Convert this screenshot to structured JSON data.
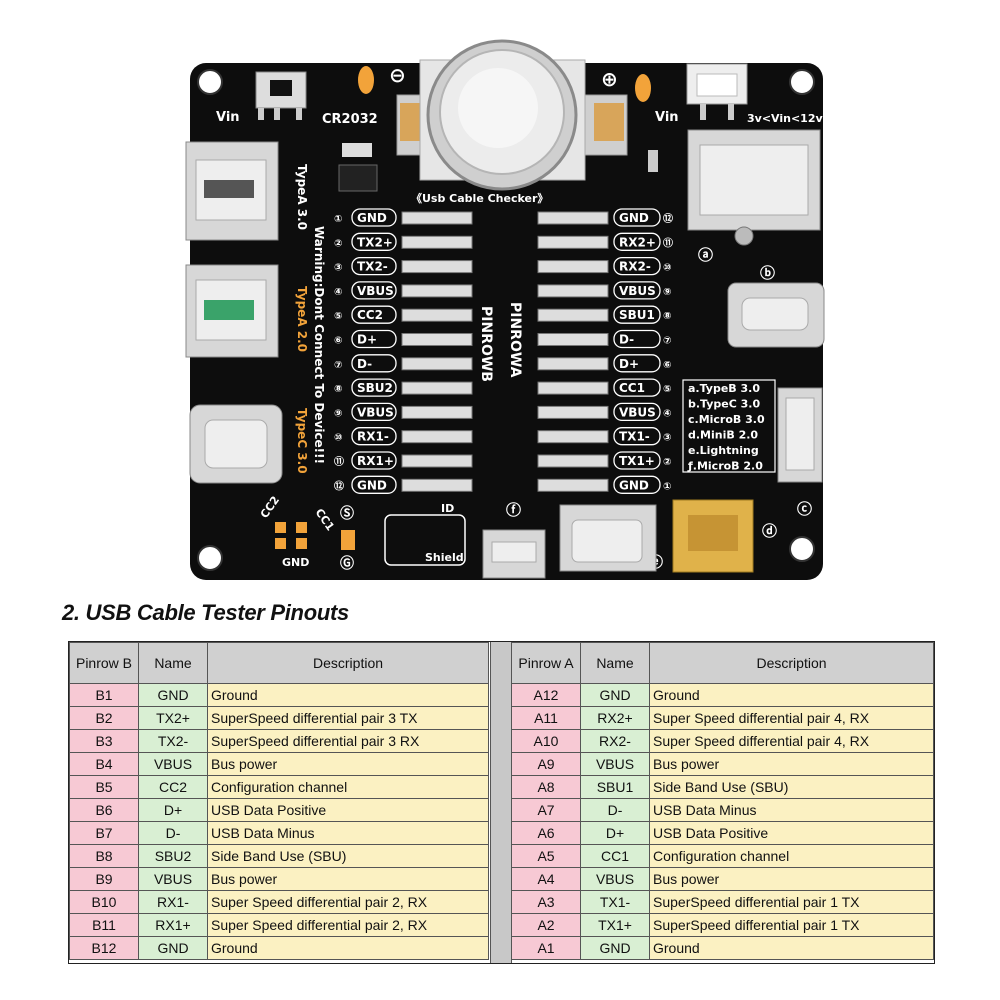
{
  "board": {
    "top_label": "CR2032",
    "vin_left": "Vin",
    "vin_right": "Vin",
    "vin_range": "3v<Vin<12v",
    "minus_sign": "⊖",
    "plus_sign": "⊕",
    "checker_label": "《Usb Cable Checker》",
    "left_vertical": [
      "TypeA 3.0",
      "Warning:Dont Connect To Device!!!",
      "TypeA 2.0",
      "TypeC 3.0"
    ],
    "pinrow_b": "PINROWB",
    "pinrow_a": "PINROWA",
    "row_b_pins": [
      {
        "num": "①",
        "name": "GND"
      },
      {
        "num": "②",
        "name": "TX2+"
      },
      {
        "num": "③",
        "name": "TX2-"
      },
      {
        "num": "④",
        "name": "VBUS"
      },
      {
        "num": "⑤",
        "name": "CC2"
      },
      {
        "num": "⑥",
        "name": "D+"
      },
      {
        "num": "⑦",
        "name": "D-"
      },
      {
        "num": "⑧",
        "name": "SBU2"
      },
      {
        "num": "⑨",
        "name": "VBUS"
      },
      {
        "num": "⑩",
        "name": "RX1-"
      },
      {
        "num": "⑪",
        "name": "RX1+"
      },
      {
        "num": "⑫",
        "name": "GND"
      }
    ],
    "row_a_pins": [
      {
        "num": "⑫",
        "name": "GND"
      },
      {
        "num": "⑪",
        "name": "RX2+"
      },
      {
        "num": "⑩",
        "name": "RX2-"
      },
      {
        "num": "⑨",
        "name": "VBUS"
      },
      {
        "num": "⑧",
        "name": "SBU1"
      },
      {
        "num": "⑦",
        "name": "D-"
      },
      {
        "num": "⑥",
        "name": "D+"
      },
      {
        "num": "⑤",
        "name": "CC1"
      },
      {
        "num": "④",
        "name": "VBUS"
      },
      {
        "num": "③",
        "name": "TX1-"
      },
      {
        "num": "②",
        "name": "TX1+"
      },
      {
        "num": "①",
        "name": "GND"
      }
    ],
    "port_legend": [
      "a.TypeB 3.0",
      "b.TypeC 3.0",
      "c.MicroB 3.0",
      "d.MiniB 2.0",
      "e.Lightning",
      "ƒ.MicroB 2.0"
    ],
    "port_marks": [
      "ⓐ",
      "ⓑ",
      "ⓒ",
      "ⓓ",
      "ⓔ",
      "ⓕ"
    ],
    "cc2": "CC2",
    "cc1": "CC1",
    "gnd": "GND",
    "s_mark": "Ⓢ",
    "g_mark": "Ⓖ",
    "id_label": "ID",
    "shield_label": "Shield"
  },
  "section_title": "2. USB Cable Tester Pinouts",
  "table_b": {
    "headers": [
      "Pinrow B",
      "Name",
      "Description"
    ],
    "rows": [
      {
        "pin": "B1",
        "name": "GND",
        "desc": "Ground"
      },
      {
        "pin": "B2",
        "name": "TX2+",
        "desc": "SuperSpeed differential pair 3 TX"
      },
      {
        "pin": "B3",
        "name": "TX2-",
        "desc": "SuperSpeed differential pair 3 RX"
      },
      {
        "pin": "B4",
        "name": "VBUS",
        "desc": "Bus power"
      },
      {
        "pin": "B5",
        "name": "CC2",
        "desc": "Configuration channel"
      },
      {
        "pin": "B6",
        "name": "D+",
        "desc": "USB Data Positive"
      },
      {
        "pin": "B7",
        "name": "D-",
        "desc": "USB Data Minus"
      },
      {
        "pin": "B8",
        "name": "SBU2",
        "desc": "Side Band Use (SBU)"
      },
      {
        "pin": "B9",
        "name": "VBUS",
        "desc": "Bus power"
      },
      {
        "pin": "B10",
        "name": "RX1-",
        "desc": "Super Speed differential pair 2, RX"
      },
      {
        "pin": "B11",
        "name": "RX1+",
        "desc": "Super Speed differential pair 2, RX"
      },
      {
        "pin": "B12",
        "name": "GND",
        "desc": "Ground"
      }
    ]
  },
  "table_a": {
    "headers": [
      "Pinrow A",
      "Name",
      "Description"
    ],
    "rows": [
      {
        "pin": "A12",
        "name": "GND",
        "desc": "Ground"
      },
      {
        "pin": "A11",
        "name": "RX2+",
        "desc": "Super Speed differential pair 4, RX"
      },
      {
        "pin": "A10",
        "name": "RX2-",
        "desc": "Super Speed differential pair 4, RX"
      },
      {
        "pin": "A9",
        "name": "VBUS",
        "desc": "Bus power"
      },
      {
        "pin": "A8",
        "name": "SBU1",
        "desc": "Side Band Use (SBU)"
      },
      {
        "pin": "A7",
        "name": "D-",
        "desc": "USB Data Minus"
      },
      {
        "pin": "A6",
        "name": "D+",
        "desc": "USB Data Positive"
      },
      {
        "pin": "A5",
        "name": "CC1",
        "desc": "Configuration channel"
      },
      {
        "pin": "A4",
        "name": "VBUS",
        "desc": "Bus power"
      },
      {
        "pin": "A3",
        "name": "TX1-",
        "desc": "SuperSpeed differential pair 1 TX"
      },
      {
        "pin": "A2",
        "name": "TX1+",
        "desc": "SuperSpeed differential pair 1 TX"
      },
      {
        "pin": "A1",
        "name": "GND",
        "desc": "Ground"
      }
    ]
  },
  "colors": {
    "board": "#0d0d0d",
    "pin_cell": "#f7c9d4",
    "name_cell": "#d9efd3",
    "desc_cell": "#fbf1c2",
    "header_cell": "#d0d0d0",
    "gold": "#e0b24a"
  }
}
